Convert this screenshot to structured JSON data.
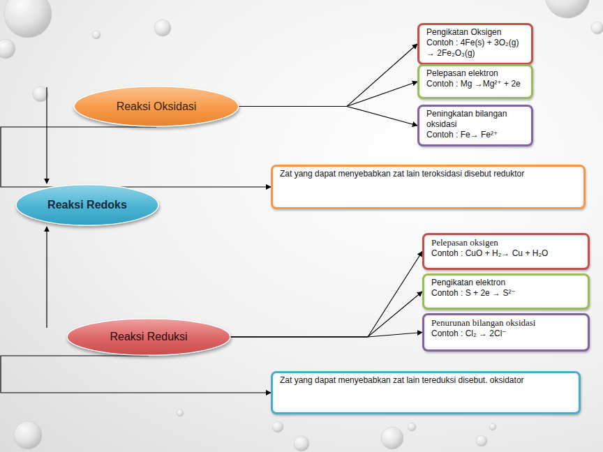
{
  "diagram": {
    "nodes": [
      {
        "text": [
          "Reaksi Oksidasi"
        ]
      },
      {
        "text": [
          "Pengikatan Oksigen",
          "Contoh : 4Fe(s) + 3O₂(g) → 2Fe₂O₃(g)"
        ]
      },
      {
        "text": [
          "Pelepasan elektron",
          "Contoh :  Mg →Mg²⁺ + 2e"
        ]
      },
      {
        "text": [
          "Peningkatan bilangan oksidasi",
          "Contoh : Fe→ Fe²⁺"
        ]
      },
      {
        "text": [
          "Zat yang dapat menyebabkan zat lain teroksidasi disebut reduktor"
        ]
      },
      {
        "text": [
          "Reaksi Redoks"
        ]
      },
      {
        "text": [
          "Reaksi Reduksi"
        ]
      },
      {
        "text": [
          "Pelepasan oksigen",
          "Contoh :  CuO +  H₂→ Cu + H₂O"
        ]
      },
      {
        "text": [
          "Pengikatan elektron",
          "Contoh :  S + 2e → S²⁻"
        ]
      },
      {
        "text": [
          "Penurunan bilangan oksidasi",
          "Contoh :  Cl₂ → 2Cl⁻"
        ]
      },
      {
        "text": [
          "Zat yang dapat menyebabkan zat lain tereduksi disebut. oksidator"
        ]
      }
    ],
    "edges": [
      {
        "from": 0,
        "to": 1,
        "arrow": "to"
      },
      {
        "from": 0,
        "to": 2,
        "arrow": "to"
      },
      {
        "from": 0,
        "to": 3,
        "arrow": "to"
      },
      {
        "from": 0,
        "to": 5,
        "arrow": "to"
      },
      {
        "from": 0,
        "to": 4,
        "arrow": "to"
      },
      {
        "from": 6,
        "to": 5,
        "arrow": "to"
      },
      {
        "from": 6,
        "to": 7,
        "arrow": "to"
      },
      {
        "from": 6,
        "to": 8,
        "arrow": "to"
      },
      {
        "from": 6,
        "to": 9,
        "arrow": "to"
      },
      {
        "from": 6,
        "to": 10,
        "arrow": "to"
      }
    ]
  }
}
